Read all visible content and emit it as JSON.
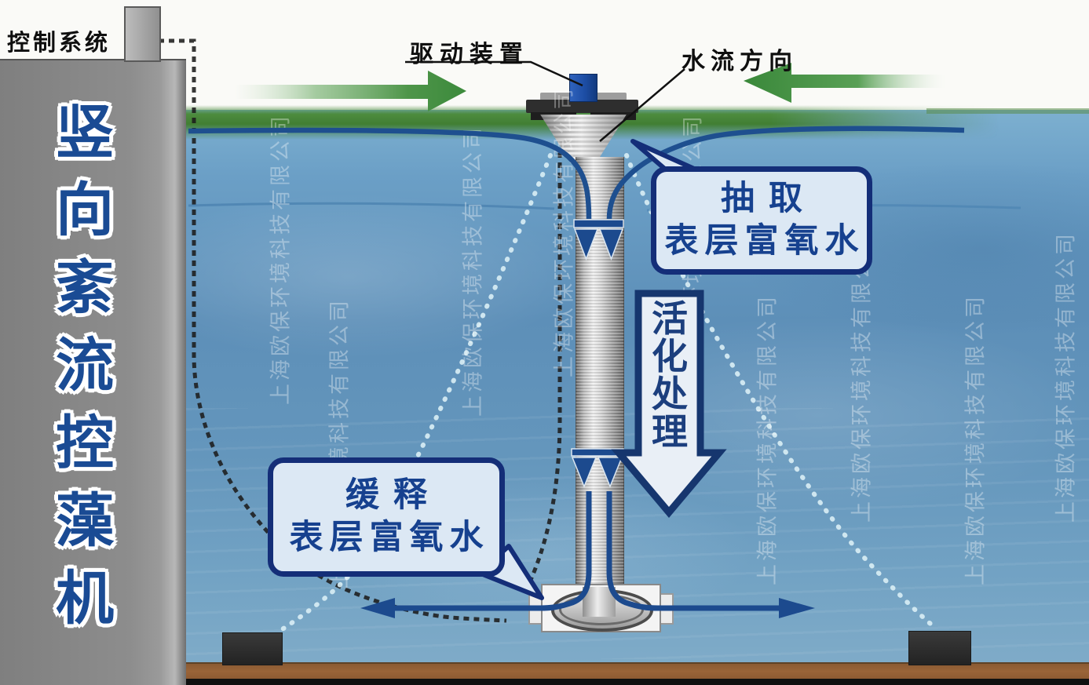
{
  "machine_title": {
    "text": "竖向紊流控藻机",
    "chars": [
      "竖",
      "向",
      "紊",
      "流",
      "控",
      "藻",
      "机"
    ]
  },
  "labels": {
    "control_system": "控制系统",
    "drive_unit": "驱动装置",
    "flow_direction": "水流方向"
  },
  "callouts": {
    "extract": {
      "line1": "抽取",
      "line2": "表层富氧水"
    },
    "release": {
      "line1": "缓释",
      "line2": "表层富氧水"
    },
    "activation": {
      "text": "活化处理",
      "chars": [
        "活",
        "化",
        "处",
        "理"
      ]
    }
  },
  "watermark": {
    "text": "上海欧保环境科技有限公司"
  },
  "colors": {
    "title_blue": "#1a4b94",
    "bubble_fill": "#dce8f4",
    "bubble_border": "#142e78",
    "flow_arrow_blue": "#1c4a8e",
    "surface_arrow_green": "#3e8e3e",
    "algae_green": "#47853b",
    "water_blue": "#6397bd",
    "sediment_brown": "#96603a",
    "pillar_gray": "#8d8d8d"
  }
}
